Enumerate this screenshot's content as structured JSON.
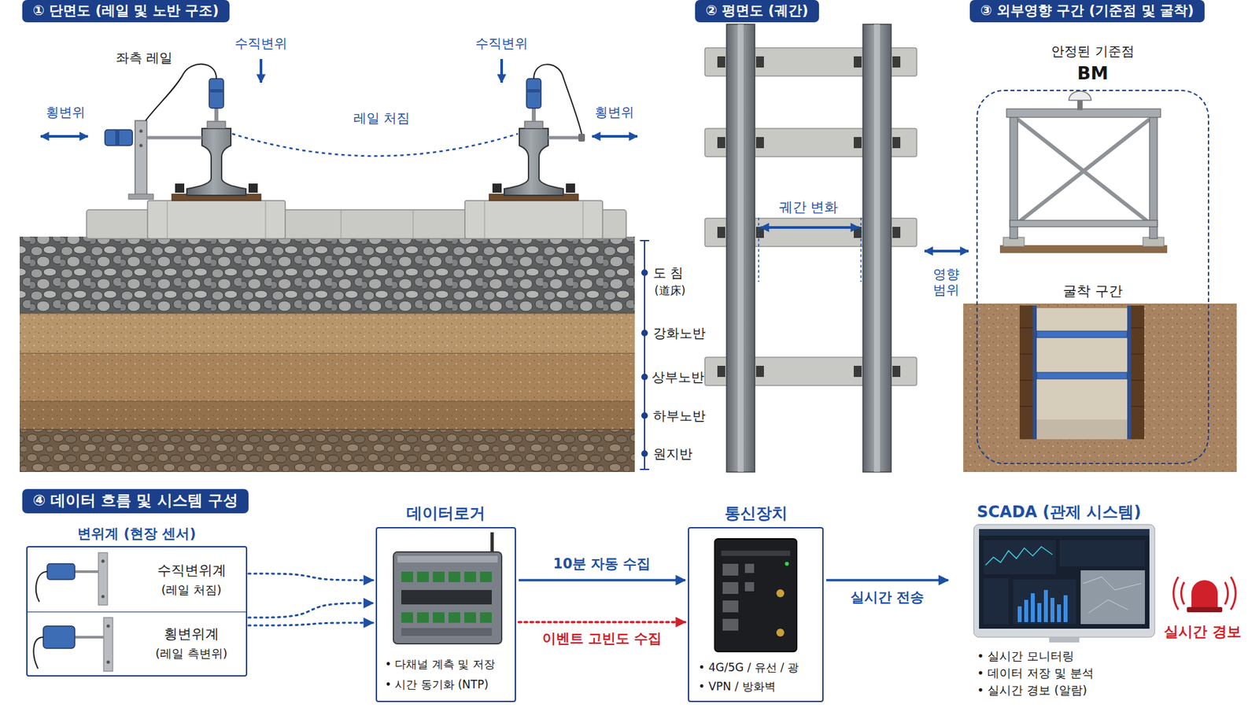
{
  "diagram": {
    "nodes": [
      {
        "text": [
          "① 단면도 (레일 및 노반 구조)"
        ]
      },
      {
        "text": [
          "② 평면도 (궤간)"
        ]
      },
      {
        "text": [
          "③ 외부영향 구간 (기준점 및 굴착)"
        ]
      },
      {
        "text": [
          "안정된 기준점",
          "BM",
          "굴착 구간"
        ]
      },
      {
        "text": [
          "④ 데이터 흐름 및 시스템 구성"
        ]
      },
      {
        "text": [
          "변위계 (현장 센서)"
        ]
      },
      {
        "text": [
          "수직변위계",
          "(레일 처짐)"
        ],
        "in": 5
      },
      {
        "text": [
          "횡변위계",
          "(레일 측변위)"
        ],
        "in": 5
      },
      {
        "text": [
          "데이터로거",
          "• 다채널 계측 및 저장",
          "• 시간 동기화 (NTP)"
        ]
      },
      {
        "text": [
          "통신장치",
          "• 4G/5G / 유선 / 광",
          "• VPN / 방화벽"
        ]
      },
      {
        "text": [
          "SCADA (관제 시스템)",
          "• 실시간 모니터링",
          "• 데이터 저장 및 분석",
          "• 실시간 경보 (알람)"
        ]
      }
    ],
    "edges": [
      {
        "from": 6,
        "to": 8,
        "arrow": "to"
      },
      {
        "from": 7,
        "to": 8,
        "arrow": "to"
      },
      {
        "from": 7,
        "to": 8,
        "arrow": "to"
      },
      {
        "from": 8,
        "to": 9,
        "label": "10분 자동 수집",
        "arrow": "to"
      },
      {
        "from": 8,
        "to": 9,
        "label": "이벤트 고빈도 수집",
        "arrow": "to"
      },
      {
        "from": 9,
        "to": 10,
        "label": "실시간 전송",
        "arrow": "to"
      }
    ],
    "labels": [
      "좌측 레일",
      "수직변위",
      "수직변위",
      "횡변위",
      "횡변위",
      "레일 처짐",
      "도 침",
      "(道床)",
      "강화노반",
      "상부노반",
      "하부노반",
      "원지반",
      "궤간 변화",
      "영향 범위",
      "실시간 경보"
    ]
  }
}
